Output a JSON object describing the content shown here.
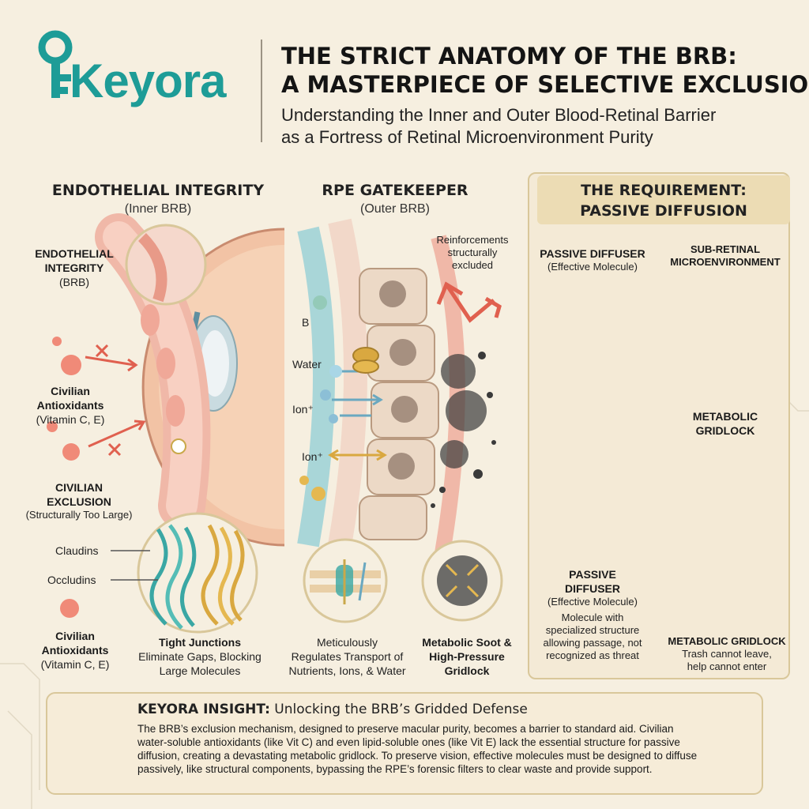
{
  "brand": {
    "name": "Keyora"
  },
  "header": {
    "title_line1": "THE STRICT ANATOMY OF THE BRB:",
    "title_line2": "A MASTERPIECE OF SELECTIVE EXCLUSION",
    "subtitle_line1": "Understanding the Inner and Outer Blood-Retinal Barrier",
    "subtitle_line2": "as a Fortress of Retinal Microenvironment Purity"
  },
  "inner": {
    "title": "ENDOTHELIAL INTEGRITY",
    "subtitle": "(Inner BRB)",
    "tag_line1": "ENDOTHELIAL",
    "tag_line2": "INTEGRITY",
    "tag_line3": "(BRB)",
    "antiox1_line1": "Civilian",
    "antiox1_line2": "Antioxidants",
    "antiox1_line3": "(Vitamin C, E)",
    "exclusion_line1": "CIVILIAN",
    "exclusion_line2": "EXCLUSION",
    "exclusion_line3": "(Structurally Too Large)",
    "claudins": "Claudins",
    "occludins": "Occludins",
    "antiox2_line1": "Civilian",
    "antiox2_line2": "Antioxidants",
    "antiox2_line3": "(Vitamin C, E)",
    "tj_title": "Tight Junctions",
    "tj_line1": "Eliminate Gaps, Blocking",
    "tj_line2": "Large Molecules"
  },
  "outer": {
    "title": "RPE GATEKEEPER",
    "subtitle": "(Outer BRB)",
    "reinforce_line1": "Reinforcements",
    "reinforce_line2": "structurally",
    "reinforce_line3": "excluded",
    "label_b": "B",
    "label_water": "Water",
    "label_ion1": "Ion⁺",
    "label_ion2": "Ion⁺",
    "reg_line1": "Meticulously",
    "reg_line2": "Regulates Transport of",
    "reg_line3": "Nutrients, Ions, & Water",
    "soot_line1": "Metabolic Soot &",
    "soot_line2": "High-Pressure",
    "soot_line3": "Gridlock"
  },
  "requirement": {
    "title_line1": "THE REQUIREMENT:",
    "title_line2": "PASSIVE DIFFUSION",
    "diffuser_title": "PASSIVE DIFFUSER",
    "diffuser_sub": "(Effective Molecule)",
    "subret_line1": "SUB-RETINAL",
    "subret_line2": "MICROENVIRONMENT",
    "gridlock_line1": "METABOLIC",
    "gridlock_line2": "GRIDLOCK",
    "diffuser2_line1": "PASSIVE",
    "diffuser2_line2": "DIFFUSER",
    "diffuser2_sub": "(Effective Molecule)",
    "mol_line1": "Molecule with",
    "mol_line2": "specialized structure",
    "mol_line3": "allowing passage, not",
    "mol_line4": "recognized as threat",
    "mg_title": "METABOLIC GRIDLOCK",
    "mg_line1": "Trash cannot leave,",
    "mg_line2": "help cannot enter"
  },
  "insight": {
    "title_bold": "KEYORA INSIGHT:",
    "title_rest": " Unlocking the BRB’s Gridded Defense",
    "line1": "The BRB’s exclusion mechanism, designed to preserve macular purity, becomes a barrier to standard aid. Civilian",
    "line2": "water-soluble antioxidants (like Vit C) and even lipid-soluble ones (like Vit E) lack the essential structure for passive",
    "line3": "diffusion, creating a devastating metabolic gridlock. To preserve vision, effective molecules must be designed to diffuse",
    "line4": "passively, like structural components, bypassing the RPE’s forensic filters to clear waste and provide support."
  },
  "colors": {
    "teal": "#1e9c97",
    "gold": "#c9a84a",
    "red_arrow": "#e0604f",
    "background": "#f6efe0"
  }
}
